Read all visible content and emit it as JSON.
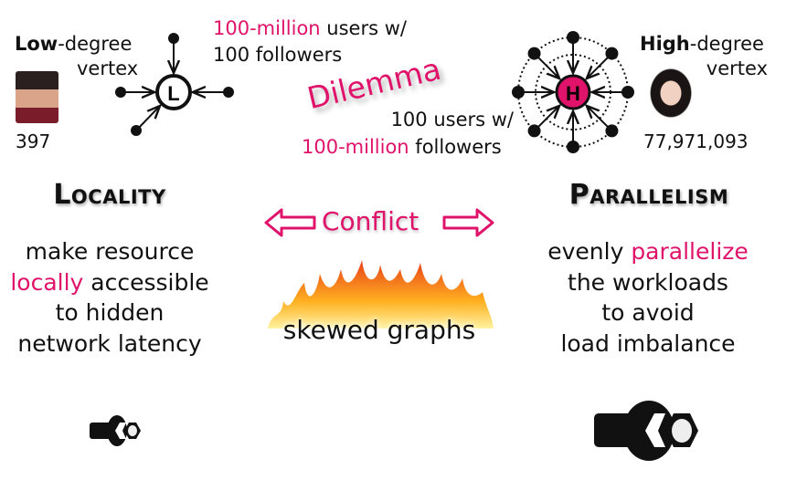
{
  "colors": {
    "accent": "#e0136b",
    "text": "#111111"
  },
  "low": {
    "bold": "Low",
    "rest": "-degree",
    "line2": "vertex",
    "count": "397",
    "node_label": "L"
  },
  "high": {
    "bold": "High",
    "rest": "-degree",
    "line2": "vertex",
    "count": "77,971,093",
    "node_label": "H"
  },
  "top_note": {
    "pink": "100-million",
    "rest": " users  w/",
    "line2": "100 followers"
  },
  "bottom_note": {
    "line1": "100 users w/",
    "pink": "100-million",
    "rest": " followers"
  },
  "dilemma": "Dilemma",
  "conflict": "Conflict",
  "flames_caption": "skewed graphs",
  "locality": {
    "title": "Locality",
    "lines": [
      {
        "text": "make resource"
      },
      {
        "pink": "locally",
        "text": " accessible"
      },
      {
        "text": "to hidden"
      },
      {
        "text": "network latency"
      }
    ]
  },
  "parallelism": {
    "title": "Parallelism",
    "lines": [
      {
        "text": "evenly ",
        "pink": "parallelize"
      },
      {
        "text": "the workloads"
      },
      {
        "text": "to avoid"
      },
      {
        "text": "load imbalance"
      }
    ]
  },
  "icons": [
    "avatar-low-degree",
    "avatar-high-degree",
    "wrench-nut-small",
    "wrench-nut-large",
    "flames"
  ]
}
